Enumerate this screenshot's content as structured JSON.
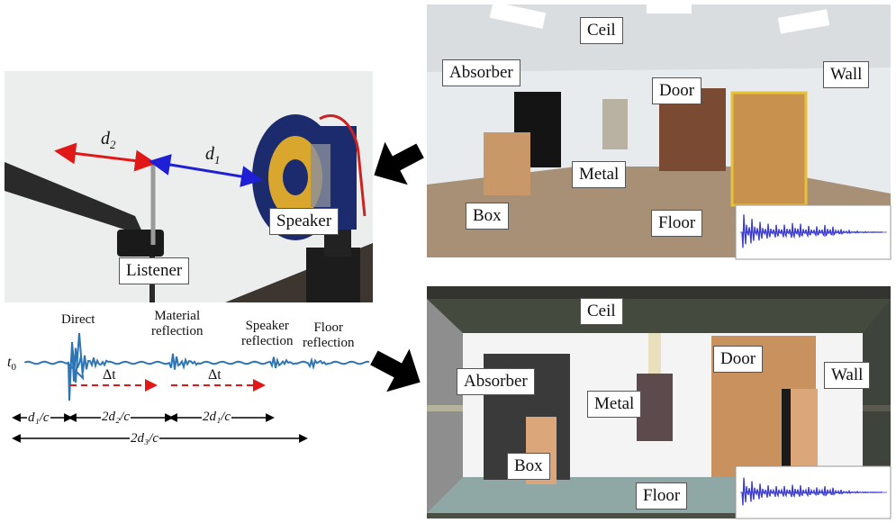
{
  "photo_setup": {
    "labels": {
      "d1": "d",
      "d1_sub": "1",
      "d2": "d",
      "d2_sub": "2",
      "speaker": "Speaker",
      "listener": "Listener"
    },
    "colors": {
      "d1_arrow": "#1f1fd6",
      "d2_arrow": "#e01818",
      "speaker": "#1b2b6e",
      "wall": "#eceeee",
      "floor": "#3c3530"
    }
  },
  "real_room": {
    "labels": {
      "ceil": "Ceil",
      "absorber": "Absorber",
      "door": "Door",
      "wall": "Wall",
      "metal": "Metal",
      "box": "Box",
      "floor": "Floor"
    }
  },
  "sim_room": {
    "labels": {
      "ceil": "Ceil",
      "absorber": "Absorber",
      "door": "Door",
      "wall": "Wall",
      "metal": "Metal",
      "box": "Box",
      "floor": "Floor"
    },
    "colors": {
      "ceiling": "#454a3f",
      "back_wall": "#f4f4f4",
      "floor": "#8fa8a6",
      "absorber": "#3a3a3a",
      "door": "#c8915e",
      "box": "#dba77a",
      "metal": "#5c4a4d"
    }
  },
  "waveform": {
    "annotations": {
      "direct": "Direct",
      "material": "Material\nreflection",
      "speaker": "Speaker\nreflection",
      "floor": "Floor\nreflection",
      "delta_t": "Δt",
      "t0": "t"
    },
    "dims": {
      "d1c": "d₁/c",
      "two_d2c": "2d₂/c",
      "two_d1c": "2d₁/c",
      "two_d3c": "2d₃/c"
    },
    "colors": {
      "line": "#2e75b6",
      "delta": "#e01818"
    }
  }
}
